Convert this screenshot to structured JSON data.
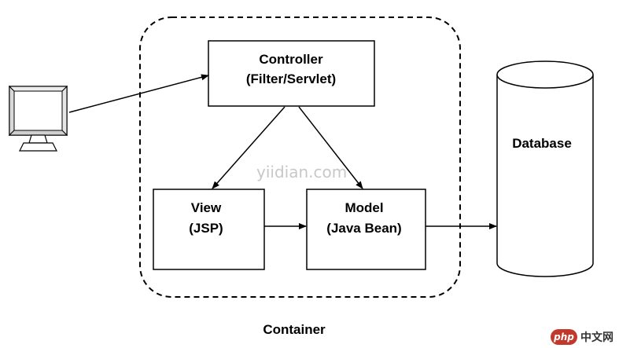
{
  "nodes": {
    "controller": {
      "line1": "Controller",
      "line2": "(Filter/Servlet)"
    },
    "view": {
      "line1": "View",
      "line2": "(JSP)"
    },
    "model": {
      "line1": "Model",
      "line2": "(Java Bean)"
    },
    "database": {
      "label": "Database"
    },
    "container": {
      "label": "Container"
    },
    "client": {
      "icon": "computer-monitor-icon"
    }
  },
  "edges": [
    {
      "from": "client",
      "to": "controller"
    },
    {
      "from": "controller",
      "to": "view"
    },
    {
      "from": "controller",
      "to": "model"
    },
    {
      "from": "view",
      "to": "model"
    },
    {
      "from": "model",
      "to": "database"
    }
  ],
  "watermark": {
    "text": "yiidian.com"
  },
  "logo": {
    "badge": "php",
    "text": "中文网"
  },
  "colors": {
    "stroke": "#000000",
    "watermark": "#c8c8c8",
    "logo": "#c0392b"
  }
}
